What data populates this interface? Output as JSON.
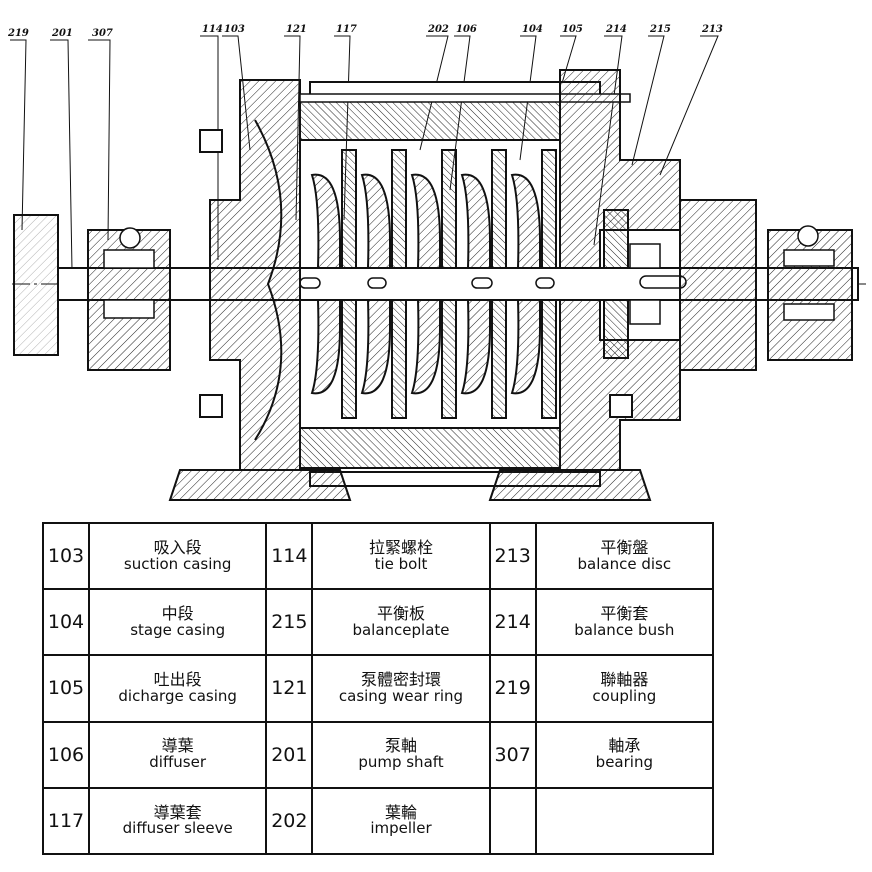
{
  "callouts": [
    "219",
    "201",
    "307",
    "114",
    "103",
    "121",
    "117",
    "202",
    "106",
    "104",
    "105",
    "214",
    "215",
    "213"
  ],
  "parts_table": {
    "rows": [
      [
        {
          "no": "103",
          "zh": "吸入段",
          "en": "suction casing"
        },
        {
          "no": "114",
          "zh": "拉緊螺栓",
          "en": "tie bolt"
        },
        {
          "no": "213",
          "zh": "平衡盤",
          "en": "balance disc"
        }
      ],
      [
        {
          "no": "104",
          "zh": "中段",
          "en": "stage casing"
        },
        {
          "no": "215",
          "zh": "平衡板",
          "en": "balanceplate"
        },
        {
          "no": "214",
          "zh": "平衡套",
          "en": "balance bush"
        }
      ],
      [
        {
          "no": "105",
          "zh": "吐出段",
          "en": "dicharge casing"
        },
        {
          "no": "121",
          "zh": "泵體密封環",
          "en": "casing wear ring"
        },
        {
          "no": "219",
          "zh": "聯軸器",
          "en": "coupling"
        }
      ],
      [
        {
          "no": "106",
          "zh": "導葉",
          "en": "diffuser"
        },
        {
          "no": "201",
          "zh": "泵軸",
          "en": "pump shaft"
        },
        {
          "no": "307",
          "zh": "軸承",
          "en": "bearing"
        }
      ],
      [
        {
          "no": "117",
          "zh": "導葉套",
          "en": "diffuser sleeve"
        },
        {
          "no": "202",
          "zh": "葉輪",
          "en": "impeller"
        },
        {
          "no": "",
          "zh": "",
          "en": ""
        }
      ]
    ]
  }
}
